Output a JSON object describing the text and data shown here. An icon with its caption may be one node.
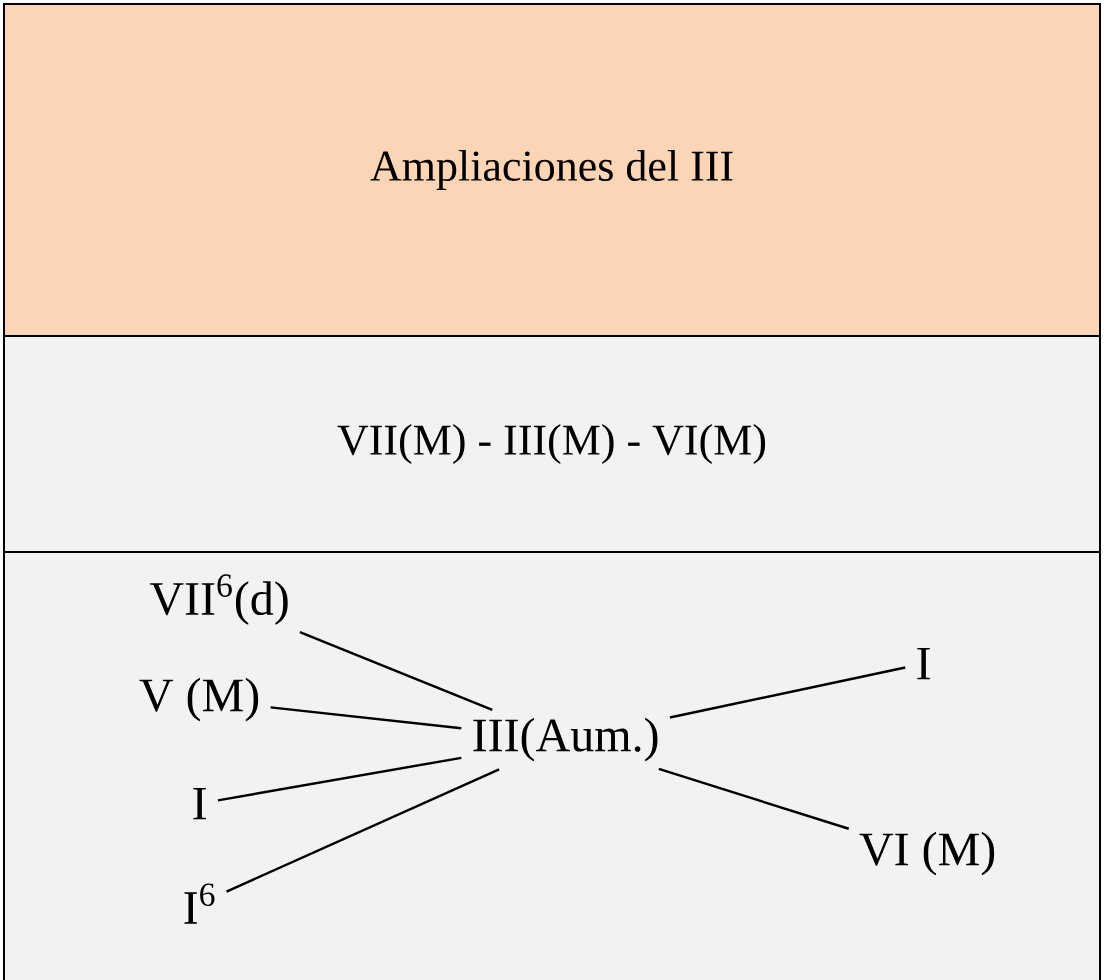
{
  "diagram": {
    "nodes": [
      {
        "text": [
          "Ampliaciones del III"
        ]
      },
      {
        "text": [
          "VII(M) - III(M) - VI(M)"
        ]
      },
      {
        "text": [],
        "shape": "box"
      },
      {
        "text": [
          "VII$^{6}$(d)"
        ],
        "in": 2
      },
      {
        "text": [
          "V (M)"
        ],
        "in": 2
      },
      {
        "text": [
          "I"
        ],
        "in": 2
      },
      {
        "text": [
          "I$^{6}$"
        ],
        "in": 2
      },
      {
        "text": [
          "III(Aum.)"
        ],
        "in": 2
      },
      {
        "text": [
          "I"
        ],
        "in": 2
      },
      {
        "text": [
          "VI (M)"
        ],
        "in": 2
      }
    ],
    "edges": [
      {
        "from": 3,
        "to": 7,
        "arrow": "none"
      },
      {
        "from": 4,
        "to": 7,
        "arrow": "none"
      },
      {
        "from": 5,
        "to": 7,
        "arrow": "none"
      },
      {
        "from": 6,
        "to": 7,
        "arrow": "none"
      },
      {
        "from": 7,
        "to": 8,
        "arrow": "none"
      },
      {
        "from": 7,
        "to": 9,
        "arrow": "none"
      }
    ]
  }
}
